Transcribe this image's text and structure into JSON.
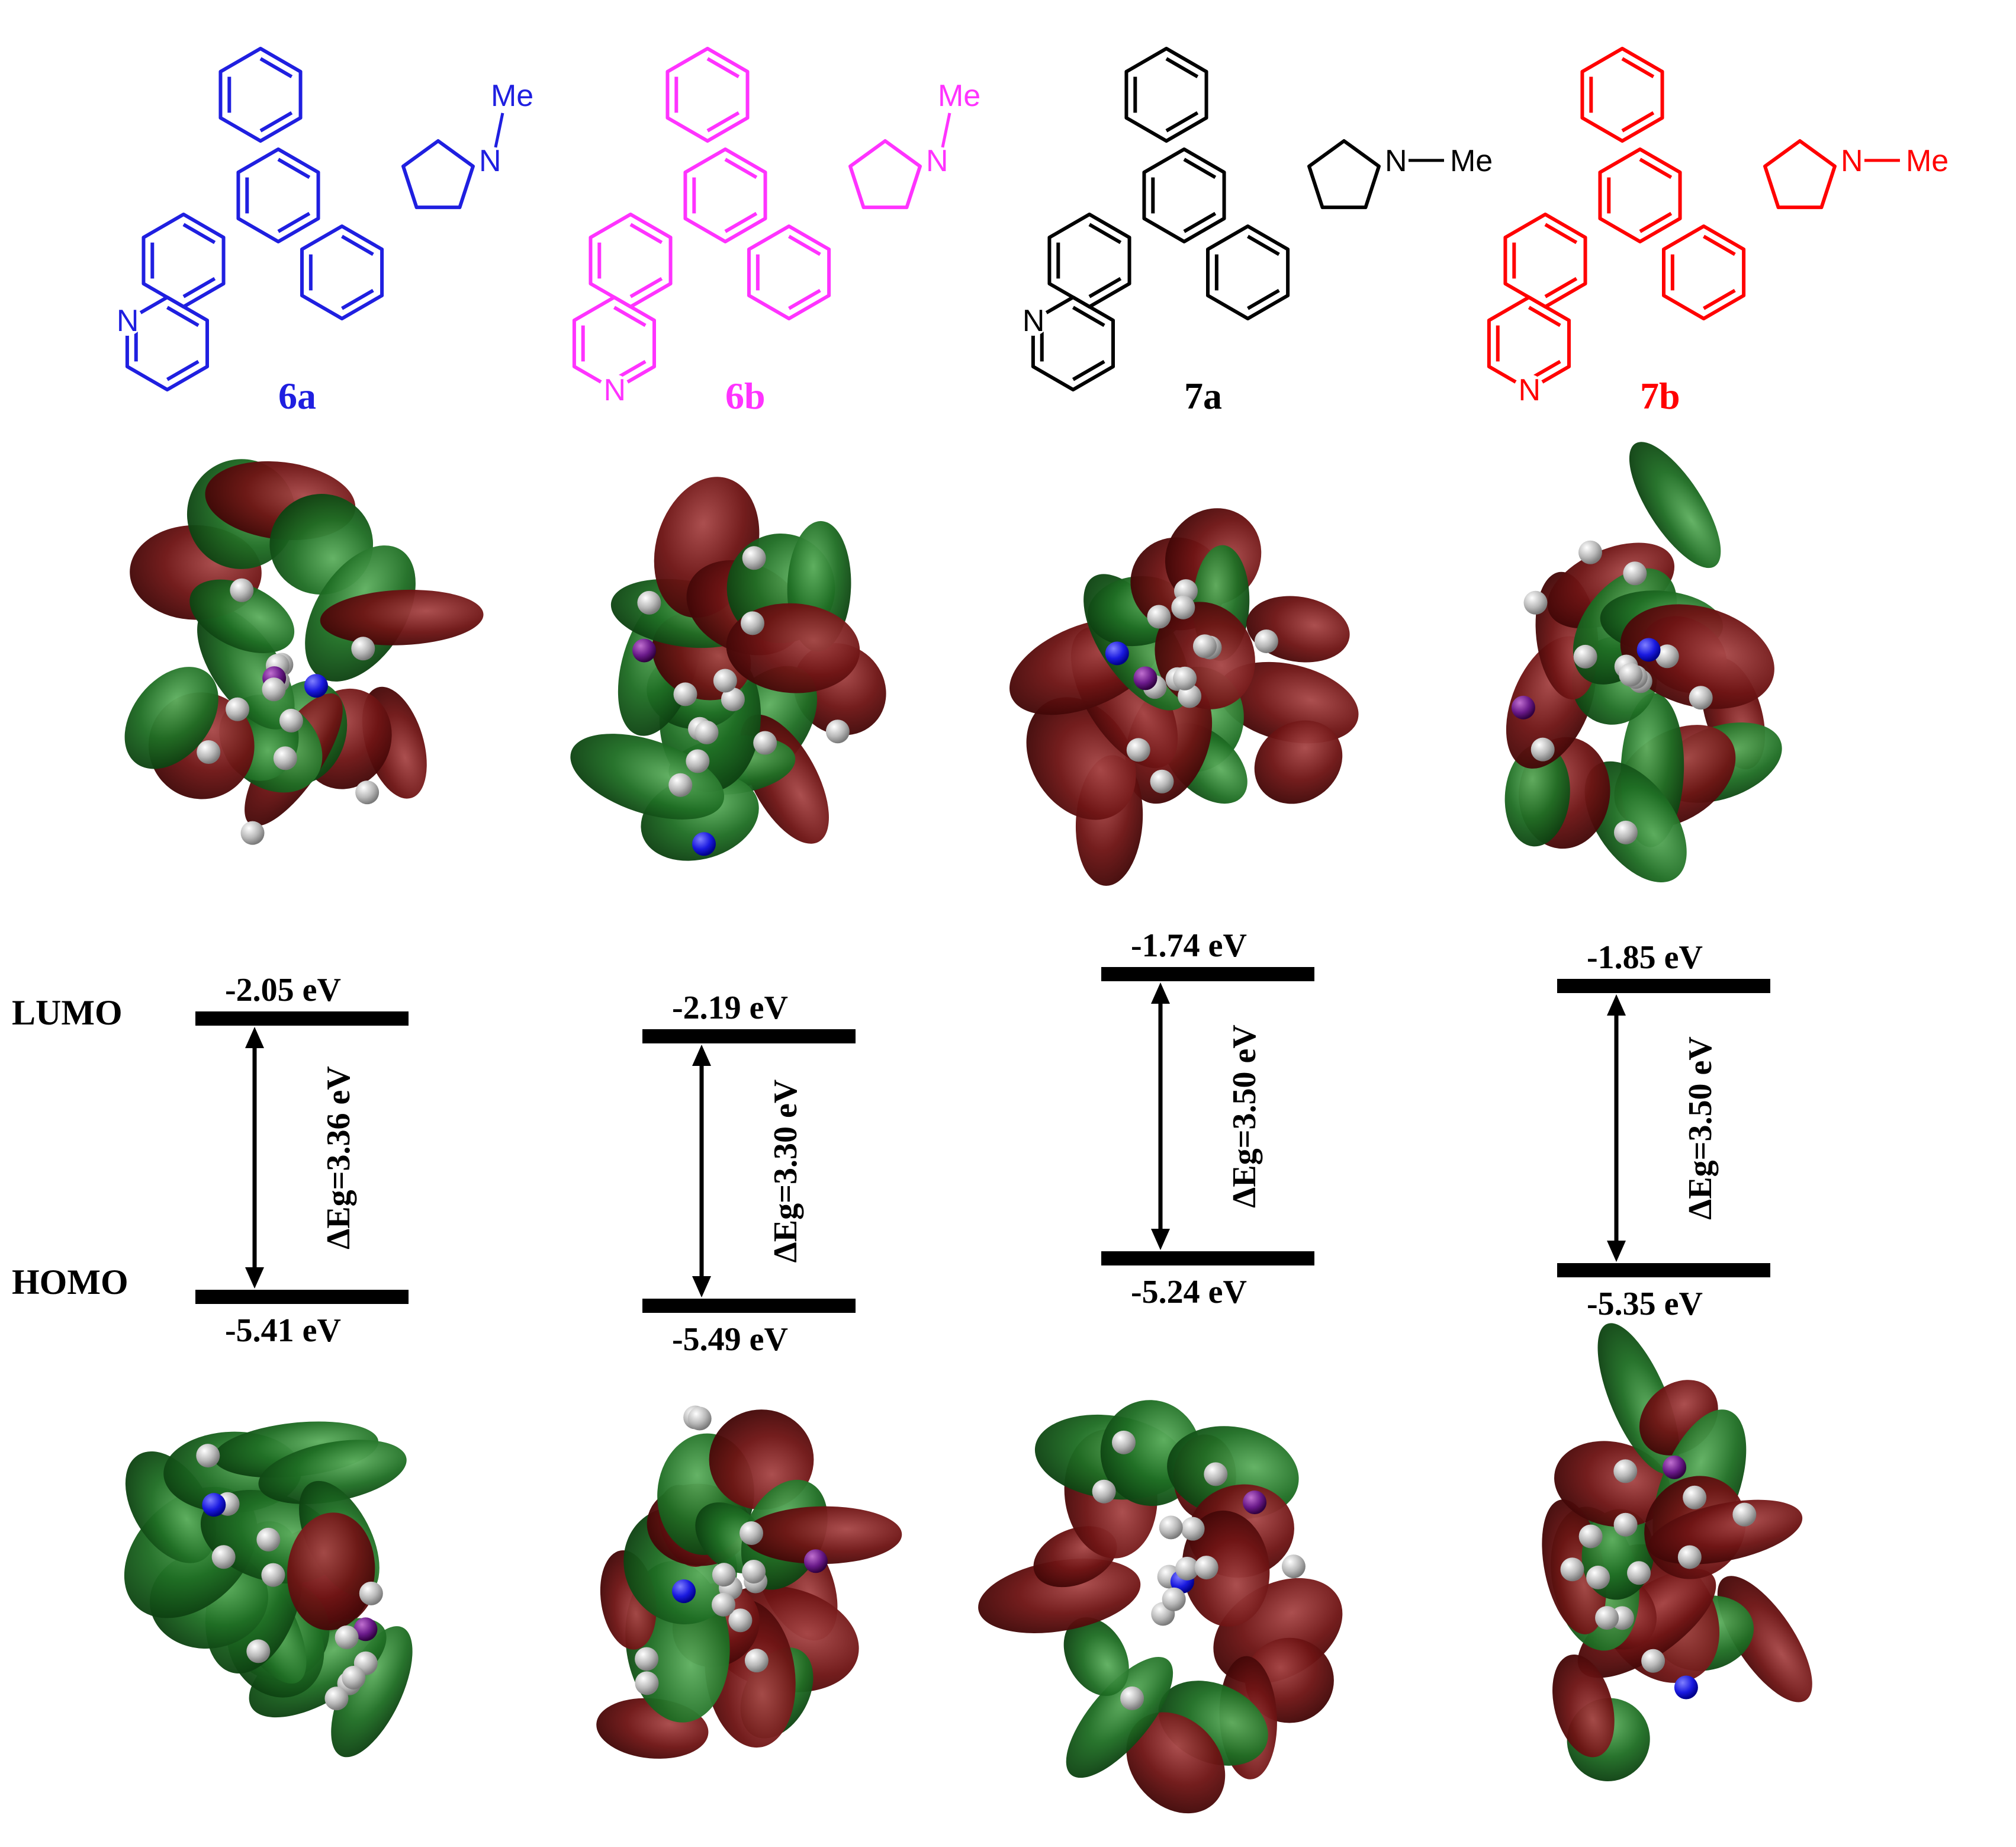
{
  "side_labels": {
    "lumo": "LUMO",
    "homo": "HOMO"
  },
  "compounds": [
    {
      "id": "6a",
      "label": "6a",
      "color": "#1f1fe0",
      "lumo": "-2.05 eV",
      "homo": "-5.41 eV",
      "gap": "ΔEg=3.36 eV",
      "structure": {
        "n_label": "N",
        "n_methyl_label": "N",
        "methyl": "Me"
      }
    },
    {
      "id": "6b",
      "label": "6b",
      "color": "#ff33ff",
      "lumo": "-2.19 eV",
      "homo": "-5.49 eV",
      "gap": "ΔEg=3.30 eV",
      "structure": {
        "n_label": "N",
        "n_methyl_label": "N",
        "methyl": "Me"
      }
    },
    {
      "id": "7a",
      "label": "7a",
      "color": "#000000",
      "lumo": "-1.74 eV",
      "homo": "-5.24 eV",
      "gap": "ΔEg=3.50 eV",
      "structure": {
        "n_label": "N",
        "n_methyl_label": "N",
        "methyl": "Me"
      }
    },
    {
      "id": "7b",
      "label": "7b",
      "color": "#ff0000",
      "lumo": "-1.85 eV",
      "homo": "-5.35 eV",
      "gap": "ΔEg=3.50 eV",
      "structure": {
        "n_label": "N",
        "n_methyl_label": "N",
        "methyl": "Me"
      }
    }
  ],
  "orbital_colors": {
    "positive": "#6e1010",
    "negative": "#1e6e22",
    "carbon": "#bdbdbd",
    "nitrogen": "#1a1aff"
  }
}
